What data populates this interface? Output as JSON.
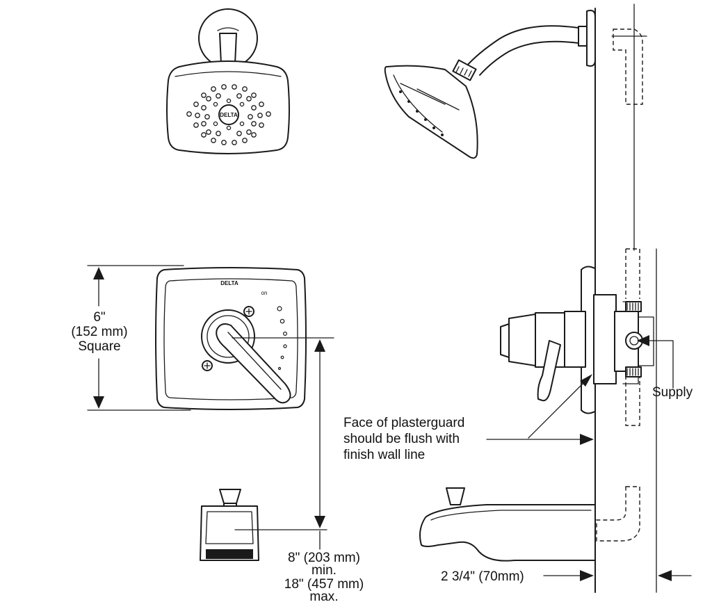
{
  "labels": {
    "dim_6in": "6\"",
    "dim_152mm": "(152 mm)",
    "dim_square": "Square",
    "plasterguard_1": "Face of plasterguard",
    "plasterguard_2": "should be flush with",
    "plasterguard_3": "finish wall line",
    "supply": "Supply",
    "spout_8in": "8\" (203 mm)",
    "spout_min": "min.",
    "spout_18in": "18\" (457 mm)",
    "spout_max": "max.",
    "spout_depth": "2 3/4\" (70mm)"
  },
  "trim": {
    "brand_faceplate": "DELTA",
    "brand_showerhead": "DELTA",
    "on_marker": "on"
  },
  "colors": {
    "line": "#1a1a1a",
    "background": "#ffffff"
  }
}
